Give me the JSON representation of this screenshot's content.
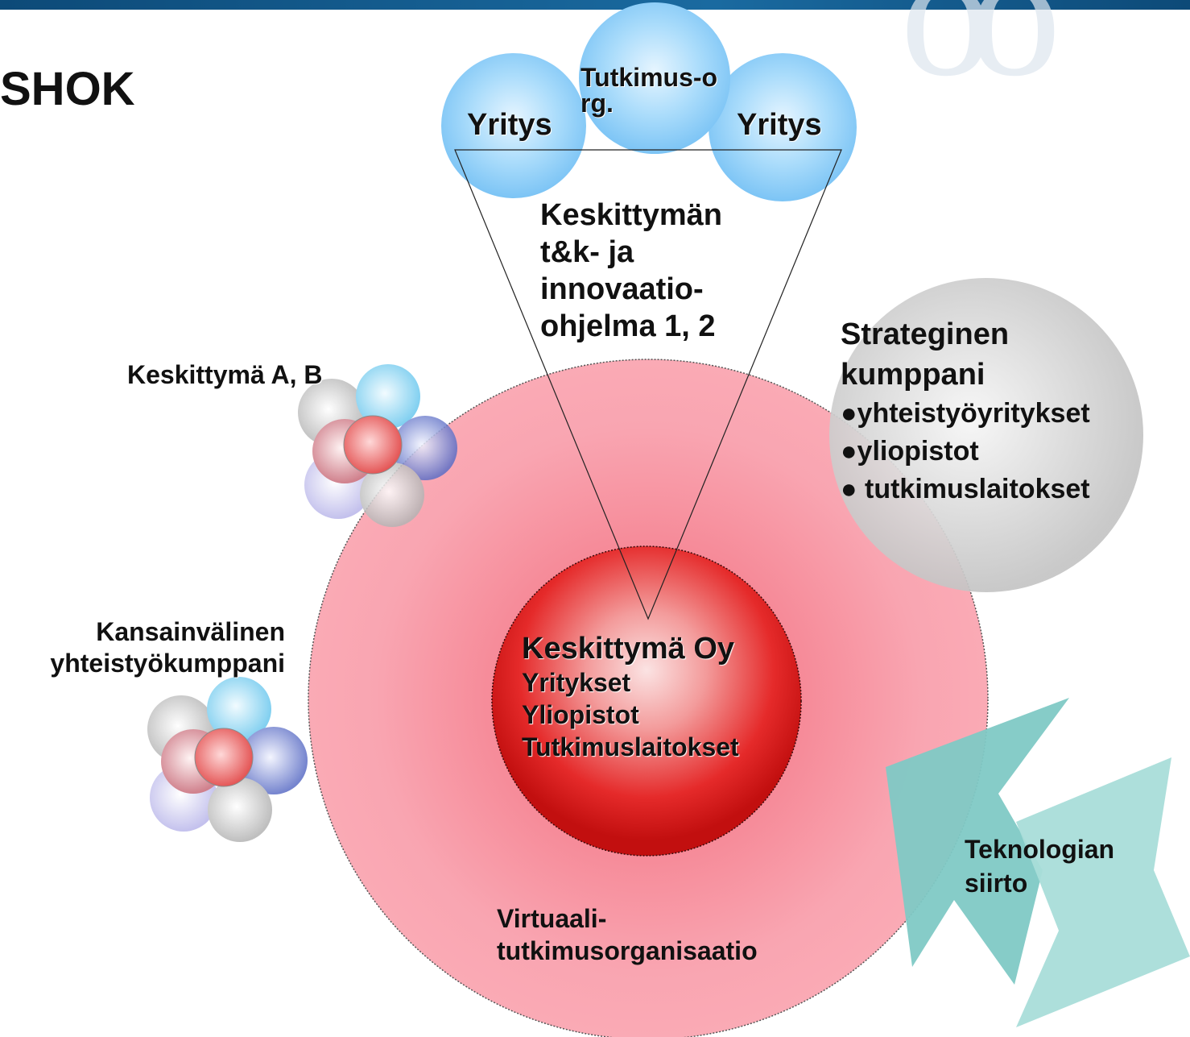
{
  "title": "SHOK",
  "partners": {
    "left_company": "Yritys",
    "research_org": "Tutkimus-org.",
    "right_company": "Yritys"
  },
  "programme": {
    "lines": [
      "Keskittymän",
      "t&k- ja",
      "innovaatio-",
      "ohjelma 1, 2"
    ]
  },
  "strategic_partner": {
    "heading_lines": [
      "Strateginen",
      "kumppani"
    ],
    "items": [
      "yhteistyöyritykset",
      "yliopistot",
      " tutkimuslaitokset"
    ]
  },
  "cluster_ab": "Keskittymä A, B",
  "international_partner": [
    "Kansainvälinen",
    "yhteistyökumppani"
  ],
  "core": {
    "heading": "Keskittymä Oy",
    "items": [
      "Yritykset",
      "Yliopistot",
      "Tutkimuslaitokset"
    ]
  },
  "virtual_org": [
    "Virtuaali-",
    "tutkimusorganisaatio"
  ],
  "tech_transfer": [
    "Teknologian",
    "siirto"
  ],
  "colors": {
    "title": "#1560a5",
    "outer_circle": "#f9a6b2",
    "core": "#e01818",
    "partner_bubbles": "#7cc4f5",
    "strategic": "#c9c9c9",
    "arrows": "#7ec9c6"
  }
}
